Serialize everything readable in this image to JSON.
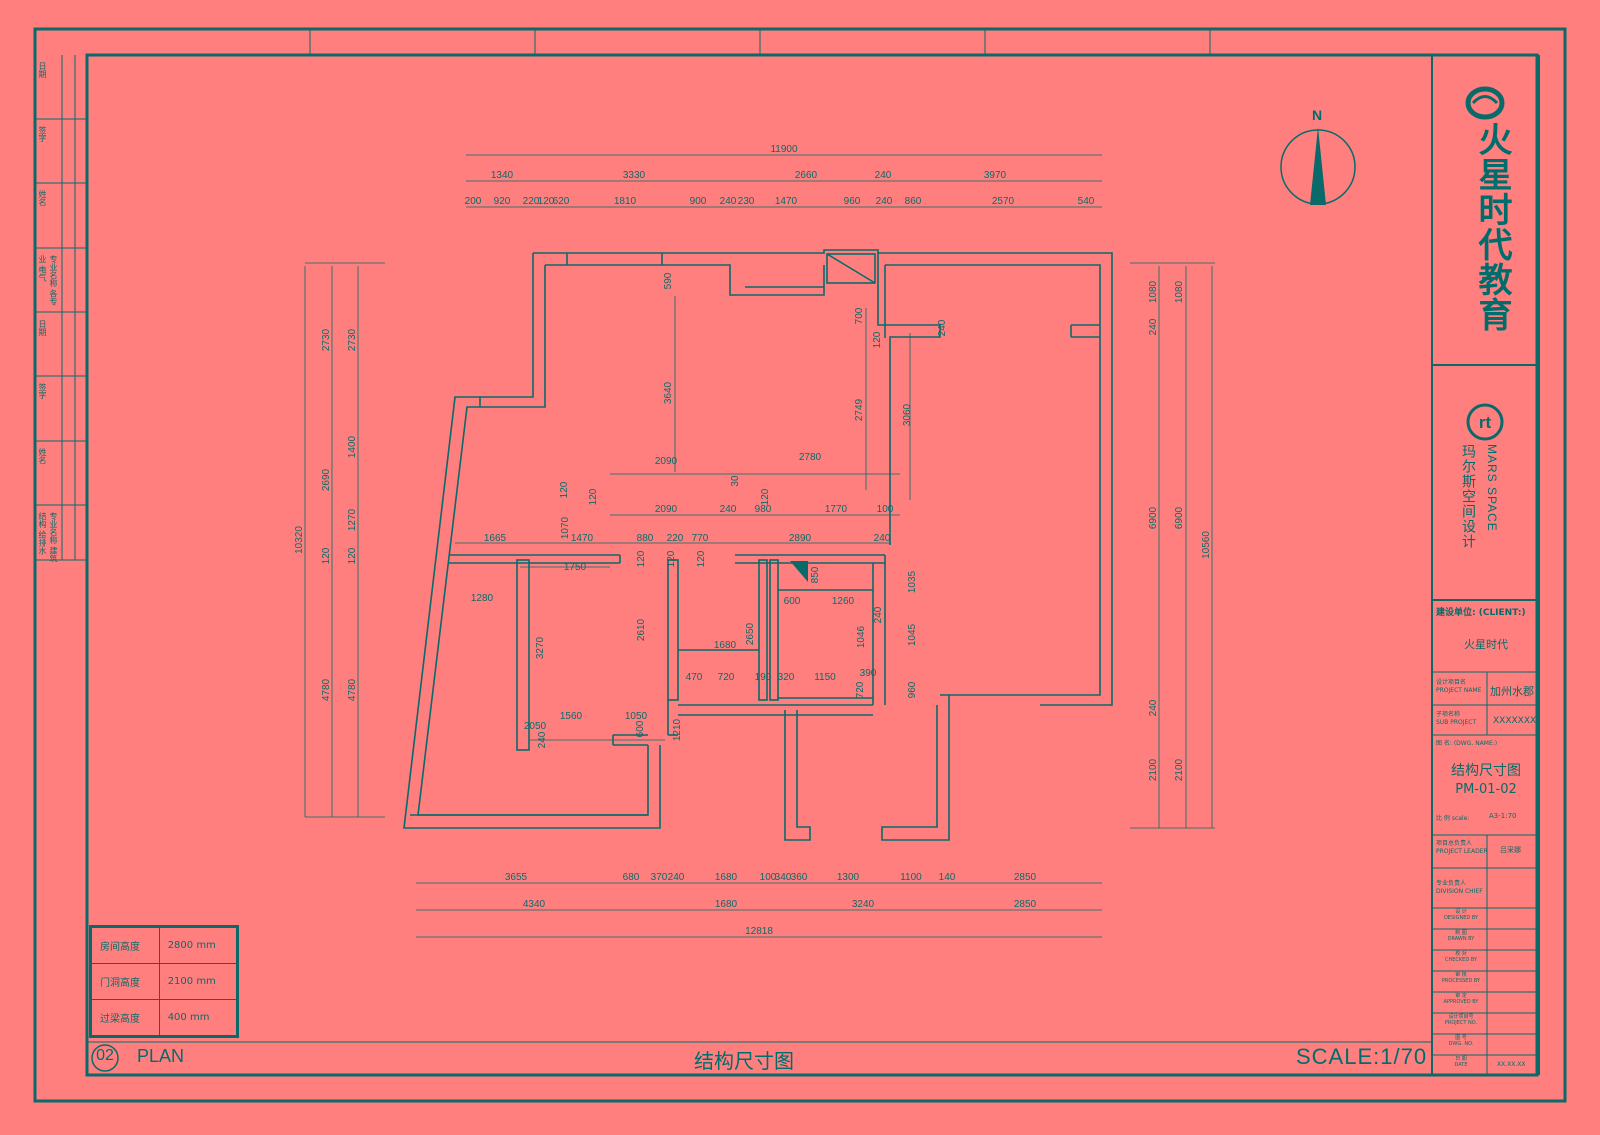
{
  "company": {
    "name_cn": "火星时代教育",
    "design_cn": "玛尔斯空间设计",
    "design_en": "MARS SPACE"
  },
  "compass": {
    "label": "N"
  },
  "titleblock": {
    "client_label": "建设单位: (CLIENT:)",
    "client_value": "火星时代",
    "project_label": "设计项目名\nPROJECT NAME",
    "project_value": "加州水郡",
    "sub_label": "子项名称\nSUB PROJECT",
    "sub_value": "XXXXXXX",
    "dwg_label": "图 名: (DWG. NAME:)",
    "dwg_title": "结构尺寸图",
    "dwg_no": "PM-01-02",
    "scale_label": "比 例 scale:",
    "scale_value": "A3-1:70",
    "leader_label": "项目总负责人\nPROJECT LEADER",
    "leader_value": "吕采娜",
    "chief_label": "专业负责人\nDIVISION CHIEF",
    "rows": [
      "设 计\nDESIGNED BY",
      "制 图\nDRAWN BY",
      "校 对\nCHECKED BY",
      "审 核\nPROCESSED BY",
      "审 定\nAPPROVED BY",
      "设计项目号\nPROJECT NO.",
      "图 号\nDWG. NO.",
      "日 期\nDATE"
    ],
    "date_value": "XX.XX.XX"
  },
  "left_strip": {
    "upper": [
      "日期",
      "签字",
      "姓名",
      "专业名称 各专业 电气"
    ],
    "lower": [
      "日期",
      "签字",
      "姓名",
      "专业名称 建筑 结构 给排水"
    ]
  },
  "legend": [
    {
      "label": "房间高度",
      "value": "2800 mm"
    },
    {
      "label": "门洞高度",
      "value": "2100 mm"
    },
    {
      "label": "过梁高度",
      "value": "400 mm"
    }
  ],
  "footer": {
    "plan_no": "02",
    "plan_label": "PLAN",
    "title": "结构尺寸图",
    "scale": "SCALE:1/70"
  },
  "dimensions": {
    "top_total": "11900",
    "top_row1": [
      "1340",
      "3330",
      "2660",
      "240",
      "3970"
    ],
    "top_row2": [
      "200",
      "920",
      "220",
      "120",
      "620",
      "1810",
      "900",
      "240",
      "230",
      "1470",
      "960",
      "240",
      "860",
      "2570",
      "540"
    ],
    "bottom_row1": [
      "3655",
      "680",
      "370",
      "240",
      "1680",
      "100",
      "340",
      "360",
      "1300",
      "1100",
      "140",
      "2850"
    ],
    "bottom_row2": [
      "4340",
      "1680",
      "3240",
      "2850"
    ],
    "bottom_total": "12818",
    "left_total": "10320",
    "left_row1": [
      "2730",
      "2690",
      "120",
      "4780"
    ],
    "left_row2": [
      "2730",
      "1400",
      "1270",
      "120",
      "4780"
    ],
    "right_total": "10560",
    "right_row1": [
      "1080",
      "240",
      "6900",
      "240",
      "2100"
    ],
    "right_row2": [
      "1080",
      "6900",
      "2100"
    ],
    "interior": [
      "590",
      "3640",
      "700",
      "120",
      "2749",
      "3060",
      "240",
      "2090",
      "2780",
      "30",
      "120",
      "120",
      "120",
      "1070",
      "2090",
      "240",
      "980",
      "1770",
      "100",
      "1665",
      "1470",
      "880",
      "220",
      "770",
      "2890",
      "240",
      "1750",
      "120",
      "120",
      "120",
      "850",
      "1035",
      "1280",
      "600",
      "1260",
      "240",
      "3270",
      "2610",
      "2650",
      "1680",
      "1045",
      "1046",
      "470",
      "720",
      "190",
      "320",
      "1150",
      "390",
      "960",
      "720",
      "1560",
      "1050",
      "2050",
      "600",
      "240",
      "1210"
    ]
  }
}
